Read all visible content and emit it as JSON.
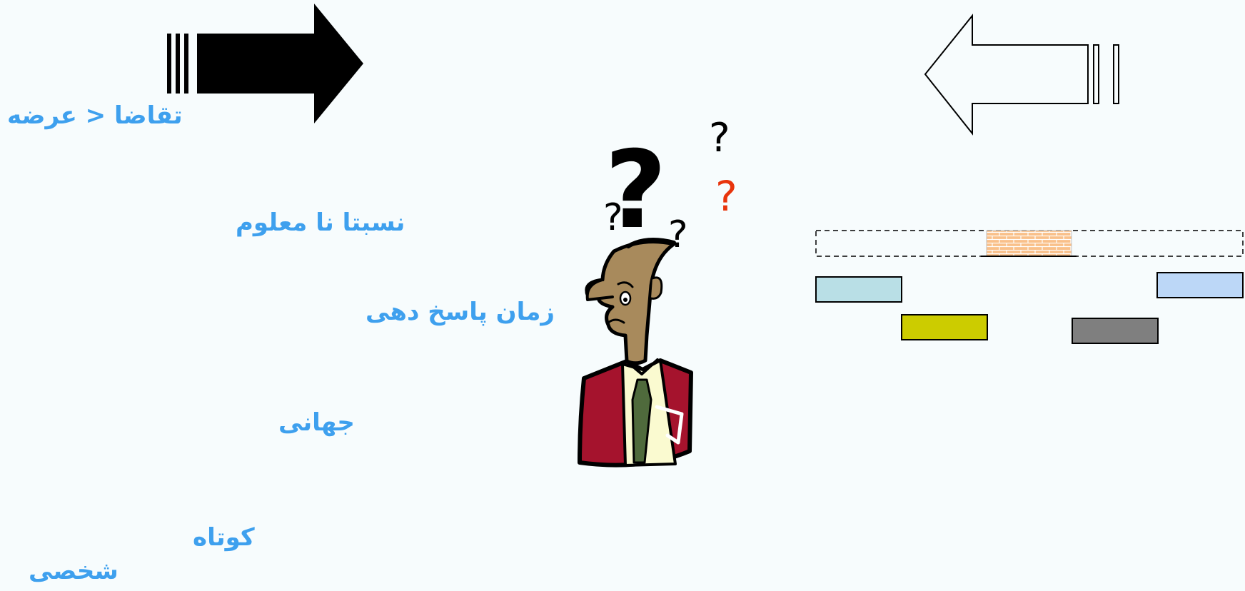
{
  "labels": {
    "demand_supply": "تقاضا  <  عرضه",
    "relatively_unknown": "نسبتا نا معلوم",
    "response_time": "زمان پاسخ دهی",
    "global": "جهانی",
    "short": "کوتاه",
    "personal": "شخصی"
  },
  "marks": {
    "q_big": "?",
    "q_small_left": "?",
    "q_small_right": "?",
    "q_top": "?",
    "q_red": "?"
  },
  "colors": {
    "label_blue": "#3ea0ee",
    "jacket": "#a5132d",
    "skin": "#a88a5c",
    "red_question": "#e8340c",
    "rect_light_cyan": "#b9dfe6",
    "rect_olive": "#cccc00",
    "rect_gray": "#7f7f7f",
    "rect_light_blue": "#bcd7f7",
    "rect_orange_brick": "#f9c08a"
  },
  "icons": [
    "arrow-right-filled-icon",
    "arrow-left-outline-icon",
    "confused-person-icon"
  ]
}
